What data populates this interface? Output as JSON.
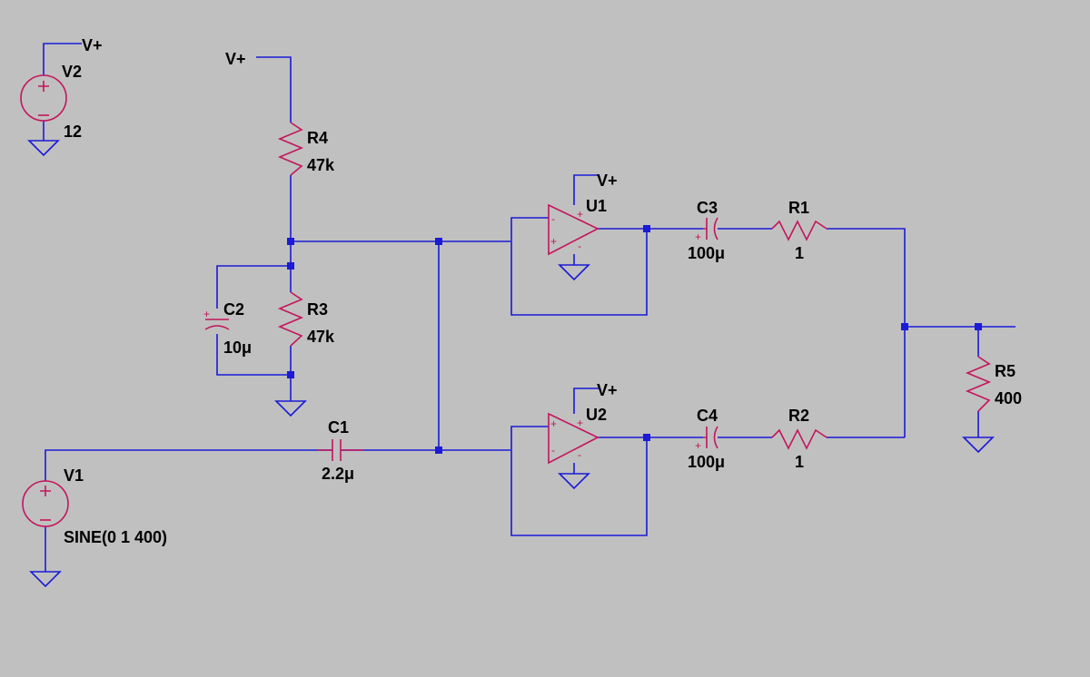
{
  "net_label": "V+",
  "components": {
    "V2": {
      "ref": "V2",
      "value": "12"
    },
    "V1": {
      "ref": "V1",
      "value": "SINE(0 1 400)"
    },
    "R4": {
      "ref": "R4",
      "value": "47k"
    },
    "R3": {
      "ref": "R3",
      "value": "47k"
    },
    "C2": {
      "ref": "C2",
      "value": "10μ"
    },
    "C1": {
      "ref": "C1",
      "value": "2.2μ"
    },
    "U1": {
      "ref": "U1"
    },
    "U2": {
      "ref": "U2"
    },
    "C3": {
      "ref": "C3",
      "value": "100μ"
    },
    "C4": {
      "ref": "C4",
      "value": "100μ"
    },
    "R1": {
      "ref": "R1",
      "value": "1"
    },
    "R2": {
      "ref": "R2",
      "value": "1"
    },
    "R5": {
      "ref": "R5",
      "value": "400"
    }
  },
  "symbols": {
    "plus": "+",
    "minus": "-"
  },
  "colors": {
    "background": "#c0c0c0",
    "wire": "#1a1ad8",
    "component": "#c4155c",
    "text": "#000000"
  }
}
